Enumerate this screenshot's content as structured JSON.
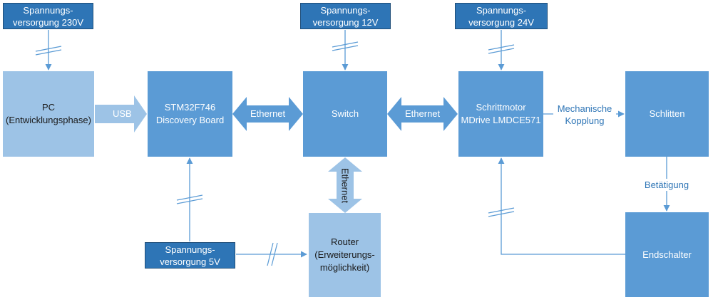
{
  "blocks": {
    "supply_230v": "Spannungs-\nversorgung 230V",
    "supply_12v": "Spannungs-\nversorgung 12V",
    "supply_24v": "Spannungs-\nversorgung 24V",
    "supply_5v": "Spannungs-\nversorgung 5V",
    "pc": "PC\n(Entwicklungsphase)",
    "stm": "STM32F746\nDiscovery Board",
    "switch": "Switch",
    "motor": "Schrittmotor\nMDrive LMDCE571",
    "schlitten": "Schlitten",
    "router": "Router\n(Erweiterungs-\nmöglichkeit)",
    "endschalter": "Endschalter"
  },
  "connections": {
    "usb": "USB",
    "ethernet_stm_switch": "Ethernet",
    "ethernet_switch_motor": "Ethernet",
    "ethernet_switch_router": "Ethernet",
    "mechanical_coupling": "Mechanische\nKopplung",
    "actuation": "Betätigung"
  },
  "colors": {
    "main_block": "#5b9bd5",
    "light_block": "#9dc3e6",
    "supply_block": "#2e75b6",
    "line": "#5b9bd5",
    "label_text": "#2e75b6"
  }
}
